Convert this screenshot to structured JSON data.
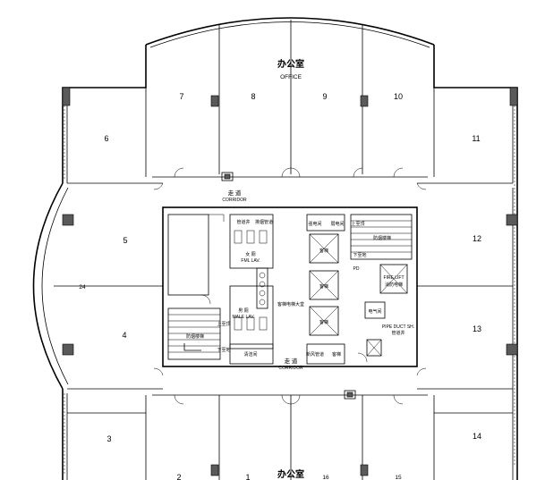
{
  "plan": {
    "title_cn": "办公室",
    "title_en": "OFFICE",
    "title_cn_bottom": "办公室",
    "rooms": {
      "r1": "1",
      "r2": "2",
      "r3": "3",
      "r4": "4",
      "r5": "5",
      "r6": "6",
      "r7": "7",
      "r8": "8",
      "r9": "9",
      "r10": "10",
      "r11": "11",
      "r12": "12",
      "r13": "13",
      "r14": "14",
      "r15": "15",
      "r16": "16",
      "r24": "24"
    },
    "corridor_top_cn": "走 道",
    "corridor_top_en": "CORRIDOR",
    "corridor_bottom_cn": "走 道",
    "corridor_bottom_en": "CORRIDOR",
    "core": {
      "elevator_lobby": "客梯电梯大堂",
      "male_wc_cn": "男 厕",
      "male_wc_en": "MALE LAV.",
      "female_wc_cn": "女 厕",
      "female_wc_en": "FML LAV.",
      "cleaner": "清洁间",
      "pipe_shaft": "管道井",
      "strong_current": "强电间",
      "weak_current": "弱电间",
      "electric": "电气间",
      "up_stair_left": "上至顶",
      "up_stair_right": "上至顶",
      "down_stair_left": "下至地",
      "down_stair_right": "下至地",
      "fire_stair_left": "防烟楼梯",
      "fire_stair_right": "防烟楼梯",
      "fire_lift_en": "FIRE LIFT",
      "fire_lift_cn": "消防电梯",
      "pipe_duct_en": "PIPE DUCT SH.",
      "pipe_duct_cn": "管道井",
      "lift_1": "客梯",
      "lift_2": "客梯",
      "lift_3": "客梯",
      "lift_4": "客梯",
      "pd": "PD",
      "smoke_exhaust": "排烟管道",
      "air_duct": "新风管道"
    }
  }
}
